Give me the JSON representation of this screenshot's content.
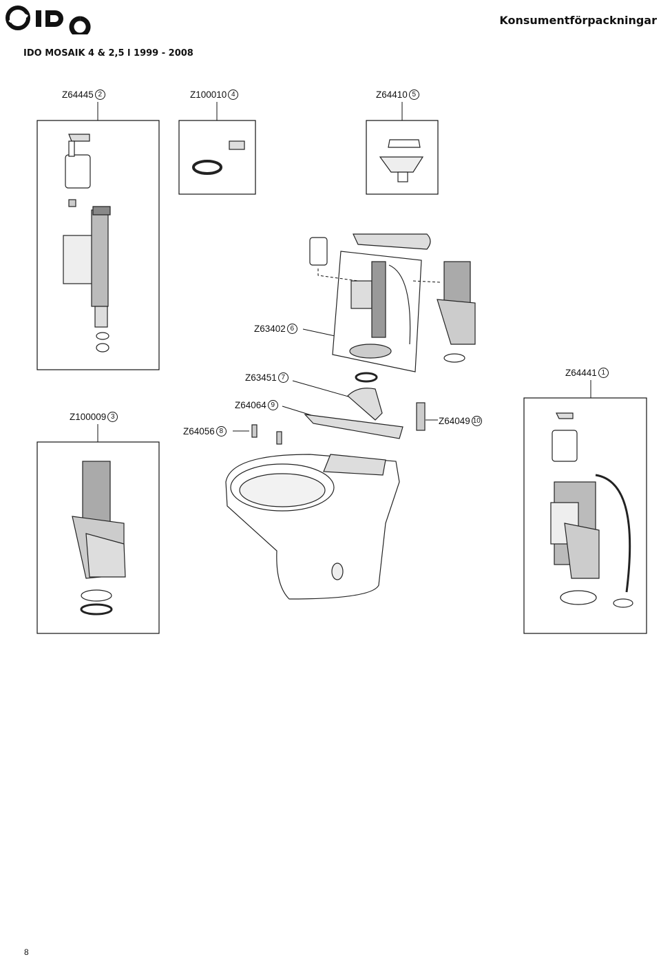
{
  "header": {
    "title": "Konsumentförpackningar"
  },
  "document": {
    "subtitle": "IDO MOSAIK 4 & 2,5 l  1999 - 2008",
    "page_number": "8"
  },
  "parts": [
    {
      "code": "Z64445",
      "num": "2"
    },
    {
      "code": "Z100010",
      "num": "4"
    },
    {
      "code": "Z64410",
      "num": "5"
    },
    {
      "code": "Z63402",
      "num": "6"
    },
    {
      "code": "Z63451",
      "num": "7"
    },
    {
      "code": "Z64441",
      "num": "1"
    },
    {
      "code": "Z64064",
      "num": "9"
    },
    {
      "code": "Z100009",
      "num": "3"
    },
    {
      "code": "Z64056",
      "num": "8"
    },
    {
      "code": "Z64049",
      "num": "10"
    }
  ]
}
